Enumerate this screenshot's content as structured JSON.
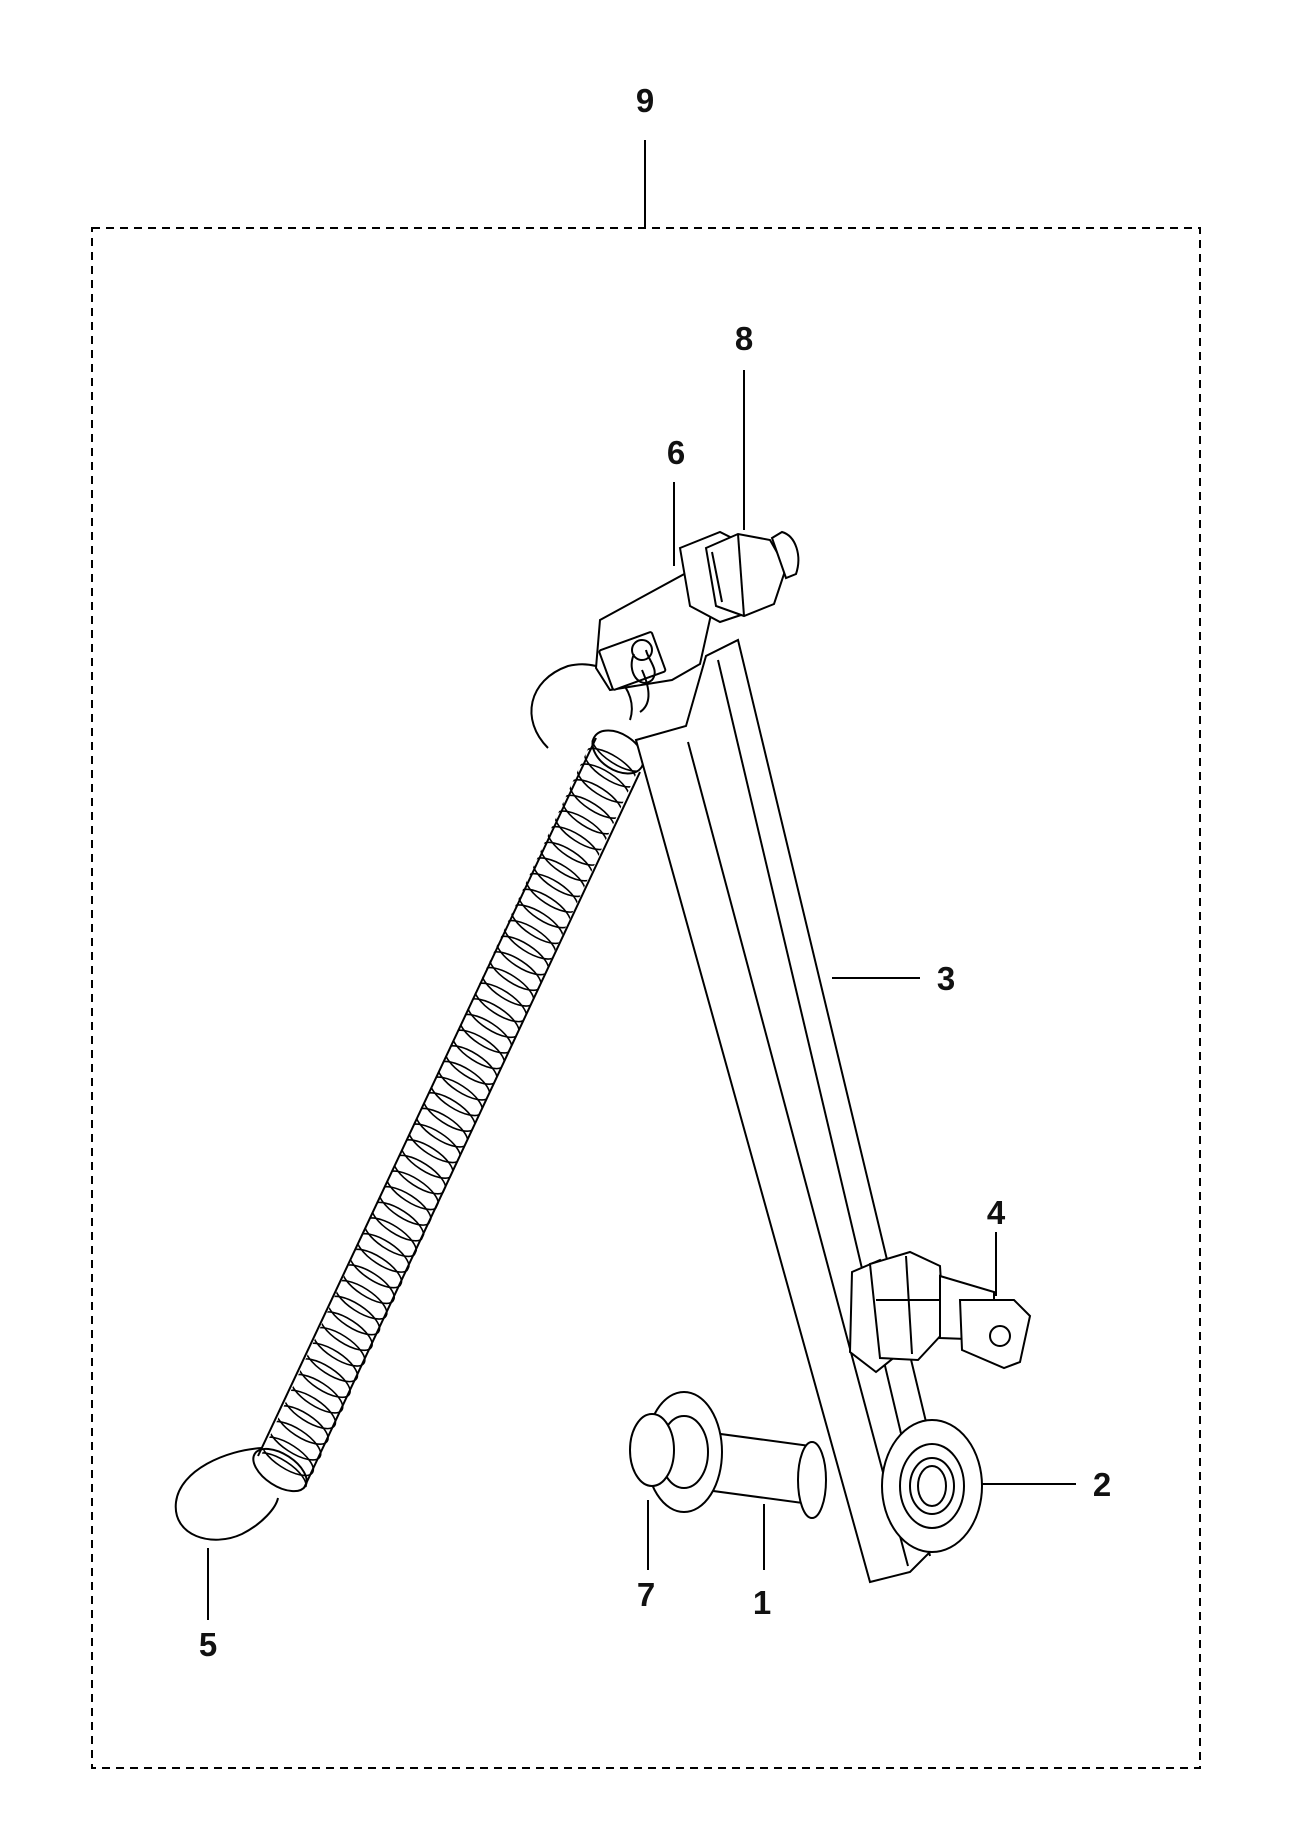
{
  "diagram": {
    "callouts": {
      "assembly": "9",
      "nut": "8",
      "pin_clip": "6",
      "arm": "3",
      "stud": "4",
      "washer": "2",
      "spring": "5",
      "bolt": "7",
      "shaft": "1"
    }
  }
}
